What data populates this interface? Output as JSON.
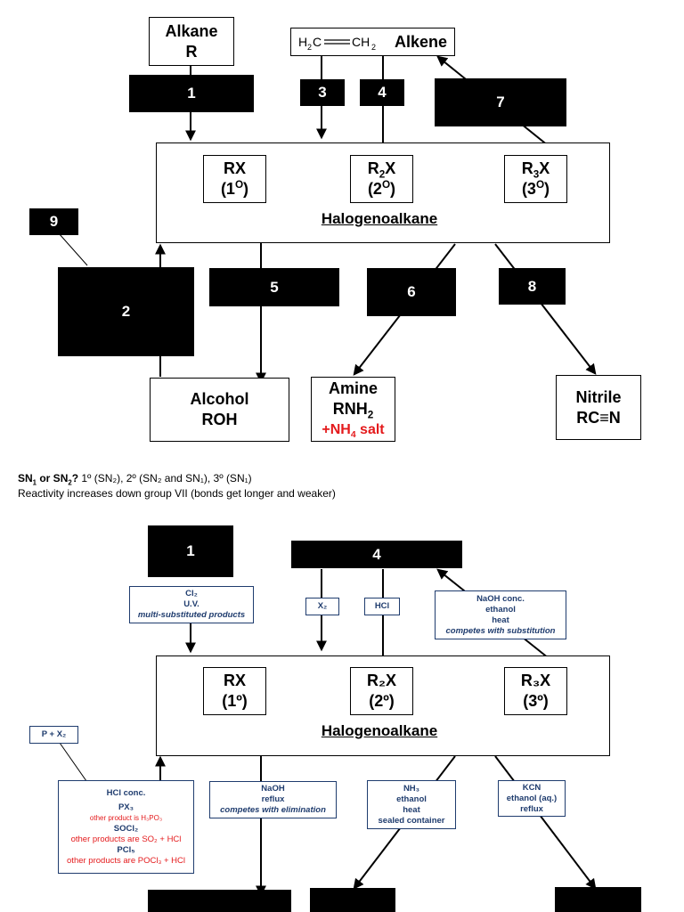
{
  "top": {
    "alkane": {
      "line1": "Alkane",
      "line2": "R"
    },
    "alkene": {
      "label": "Alkene"
    },
    "numbers": {
      "n1": "1",
      "n2": "2",
      "n3": "3",
      "n4": "4",
      "n5": "5",
      "n6": "6",
      "n7": "7",
      "n8": "8",
      "n9": "9"
    },
    "rx1": {
      "line1": "RX",
      "line2": "(1",
      "deg": "O",
      "close": ")"
    },
    "rx2": {
      "line1a": "R",
      "sub": "2",
      "line1b": "X",
      "line2": "(2",
      "deg": "O",
      "close": ")"
    },
    "rx3": {
      "line1a": "R",
      "sub": "3",
      "line1b": "X",
      "line2": "(3",
      "deg": "O",
      "close": ")"
    },
    "halo": "Halogenoalkane",
    "alcohol": {
      "line1": "Alcohol",
      "line2": "ROH"
    },
    "amine": {
      "line1": "Amine",
      "line2a": "RNH",
      "sub": "2",
      "salt_a": "+NH",
      "salt_sub": "4",
      "salt_b": " salt"
    },
    "nitrile": {
      "line1": "Nitrile",
      "line2": "RC≡N"
    }
  },
  "notes": {
    "line1_bold_a": "SN",
    "line1_sub1": "1",
    "line1_bold_b": " or SN",
    "line1_sub2": "2",
    "line1_bold_c": "?",
    "line1_rest": " 1º (SN₂), 2º (SN₂ and SN₁), 3º (SN₁)",
    "line2": "Reactivity increases down group VII (bonds get longer and weaker)"
  },
  "bottom": {
    "box1": {
      "l1": "Cl₂",
      "l2": "U.V.",
      "l3": "multi-substituted products"
    },
    "box3": "X₂",
    "box4": "HCl",
    "box7": {
      "l1": "NaOH conc.",
      "l2": "ethanol",
      "l3": "heat",
      "l4": "competes with substitution"
    },
    "box9": "P + X₂",
    "box2": {
      "l1": "HCl conc.",
      "l2": "PX₃",
      "l3": "other product is H₃PO₃",
      "l4": "SOCl₂",
      "l5": "other products are SO₂ + HCl",
      "l6": "PCl₅",
      "l7": "other products are POCl₃ + HCl"
    },
    "box5": {
      "l1": "NaOH",
      "l2": "reflux",
      "l3": "competes with elimination"
    },
    "box6": {
      "l1": "NH₃",
      "l2": "ethanol",
      "l3": "heat",
      "l4": "sealed container"
    },
    "box8": {
      "l1": "KCN",
      "l2": "ethanol (aq.)",
      "l3": "reflux"
    },
    "rx1": {
      "l1": "RX",
      "l2": "(1º)"
    },
    "rx2": {
      "l1": "R₂X",
      "l2": "(2º)"
    },
    "rx3": {
      "l1": "R₃X",
      "l2": "(3º)"
    },
    "halo": "Halogenoalkane"
  },
  "colors": {
    "navy": "#1f3c6e",
    "red": "#e41a1c",
    "black": "#000000"
  }
}
